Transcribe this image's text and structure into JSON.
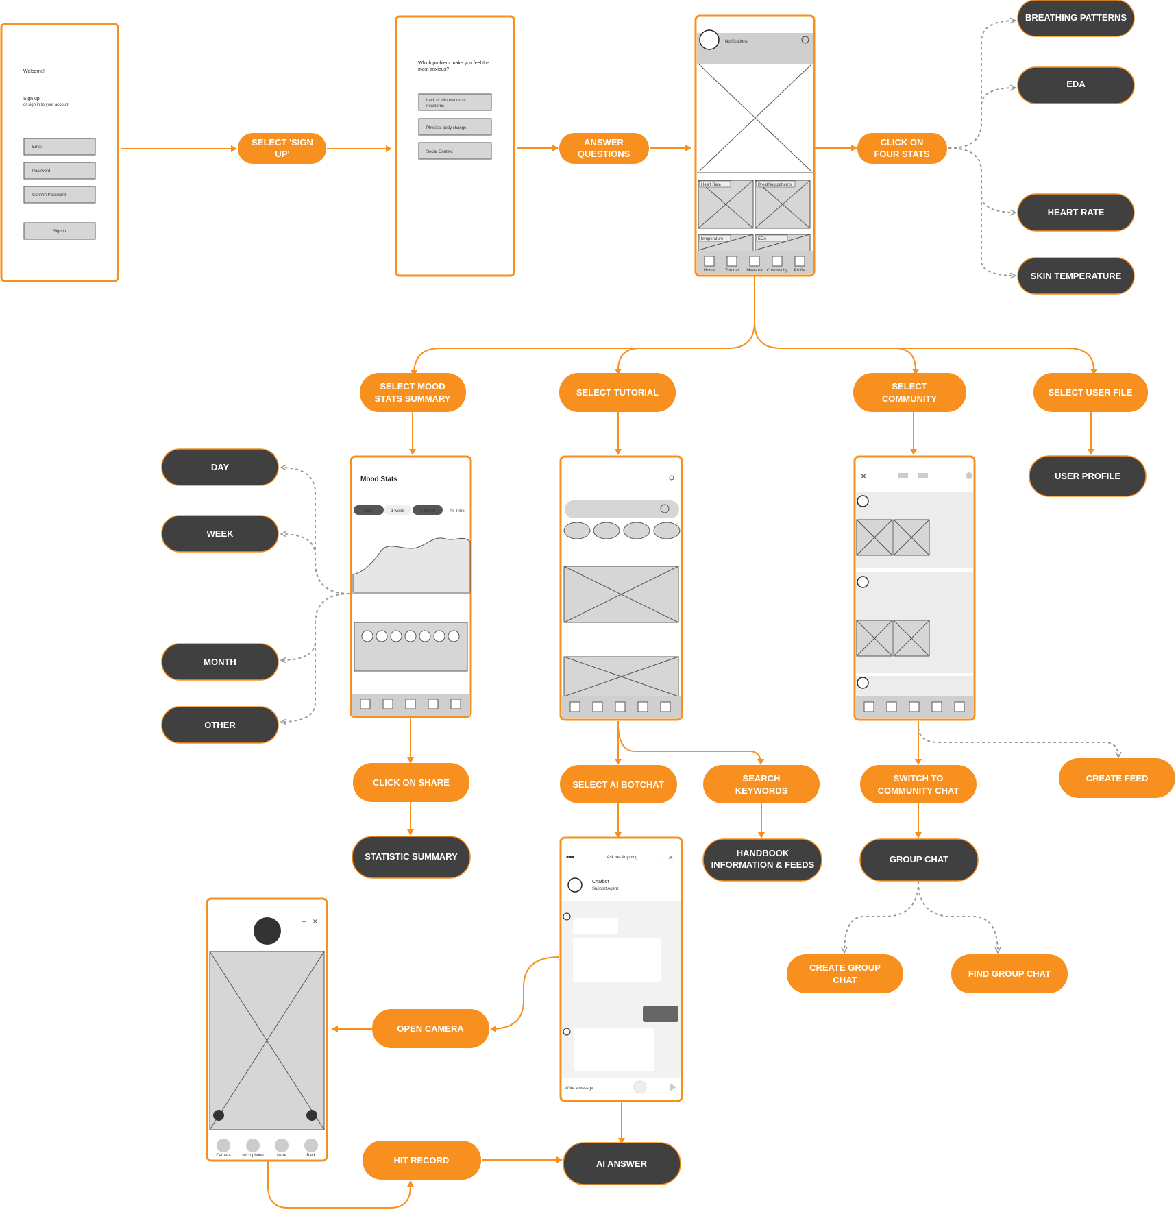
{
  "steps": {
    "select_sign_up": "SELECT 'SIGN UP'",
    "answer_questions": "ANSWER QUESTIONS",
    "click_four_stats": "CLICK ON FOUR  STATS",
    "select_mood": "SELECT MOOD STATS SUMMARY",
    "select_tutorial": "SELECT TUTORIAL",
    "select_community": "SELECT COMMUNITY",
    "select_user_file": "SELECT USER FILE",
    "click_share": "CLICK ON SHARE",
    "select_ai_botchat": "SELECT AI BOTCHAT",
    "search_keywords": "SEARCH KEYWORDS",
    "switch_community_chat": "SWITCH TO COMMUNITY CHAT",
    "create_feed": "CREATE FEED",
    "open_camera": "OPEN CAMERA",
    "hit_record": "HIT RECORD",
    "create_group_chat": "CREATE GROUP CHAT",
    "find_group_chat": "FIND GROUP CHAT"
  },
  "outcomes": {
    "breathing": "BREATHING PATTERNS",
    "eda": "EDA",
    "heart_rate": "HEART RATE",
    "skin_temp": "SKIN TEMPERATURE",
    "day": "DAY",
    "week": "WEEK",
    "month": "MONTH",
    "other": "OTHER",
    "user_profile": "USER PROFILE",
    "statistic_summary": "STATISTIC SUMMARY",
    "handbook": "HANDBOOK INFORMATION & FEEDS",
    "group_chat": "GROUP CHAT",
    "ai_answer": "AI  ANSWER"
  },
  "signup_screen": {
    "welcome": "Welcome!",
    "sign_up": "Sign up",
    "or_text": "or sign in to your account",
    "email": "Email",
    "password": "Password",
    "confirm": "Confirm Password",
    "sign_in": "Sign In"
  },
  "question_screen": {
    "question": "Which problem make you feel the most anxious?",
    "option1": "Lack of information of newborns",
    "option2": "Physical body change",
    "option3": "Social Context"
  },
  "home_screen": {
    "notifications": "Notifications",
    "heart_rate": "Heart Rate",
    "breathing": "Breathing patterns",
    "temperature": "temperature",
    "eda": "EDA"
  },
  "nav": {
    "home": "Home",
    "tutorial": "Tutorial",
    "measure": "Measure",
    "community": "Community",
    "profile": "Profile"
  },
  "mood_screen": {
    "title": "Mood Stats",
    "day": "Day",
    "week": "1 week",
    "month": "1 Month",
    "all_time": "All Time"
  },
  "chat_screen": {
    "ask": "Ask me Anything",
    "chatbot": "Chatbot",
    "agent": "Support Agent",
    "write": "Write a messge"
  },
  "camera_screen": {
    "camera": "Camera",
    "microphone": "Microphone",
    "more": "More",
    "back": "Back"
  },
  "colors": {
    "accent": "#f7901e",
    "dark": "#404040",
    "wire": "#d6d6d6"
  }
}
